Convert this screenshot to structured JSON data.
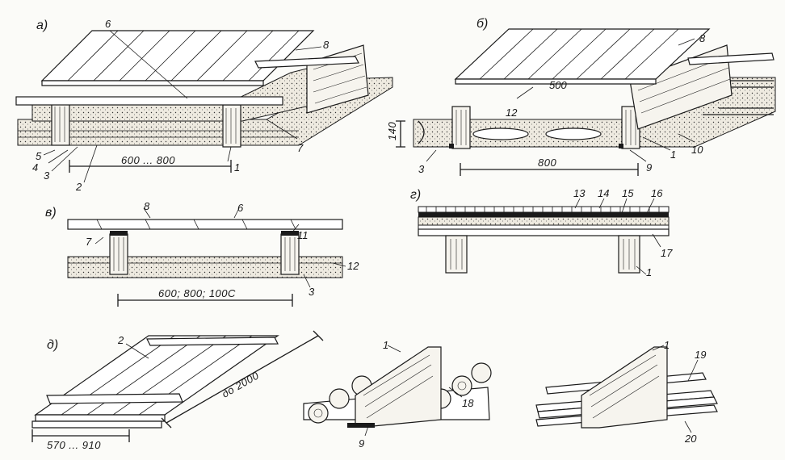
{
  "panels": {
    "a": {
      "letter": "a)",
      "dimension": "600 ... 800",
      "callouts": [
        "6",
        "8",
        "7",
        "5",
        "4",
        "3",
        "2",
        "1"
      ]
    },
    "b": {
      "letter": "б)",
      "dimension": "800",
      "height_dim": "140",
      "inner_dim": "500",
      "callouts": [
        "8",
        "12",
        "10",
        "1",
        "9",
        "3"
      ]
    },
    "c": {
      "letter": "в)",
      "dimension": "600; 800; 100С",
      "callouts": [
        "8",
        "6",
        "7",
        "11",
        "12",
        "3"
      ]
    },
    "d": {
      "letter": "г)",
      "callouts": [
        "13",
        "14",
        "15",
        "16",
        "17",
        "1"
      ]
    },
    "e": {
      "letter": "д)",
      "dimension_long": "до 2000",
      "dimension_width": "570 ... 910",
      "callouts": [
        "2"
      ]
    },
    "f": {
      "callouts": [
        "1",
        "18",
        "9"
      ]
    },
    "g": {
      "callouts": [
        "1",
        "19",
        "20"
      ]
    }
  }
}
